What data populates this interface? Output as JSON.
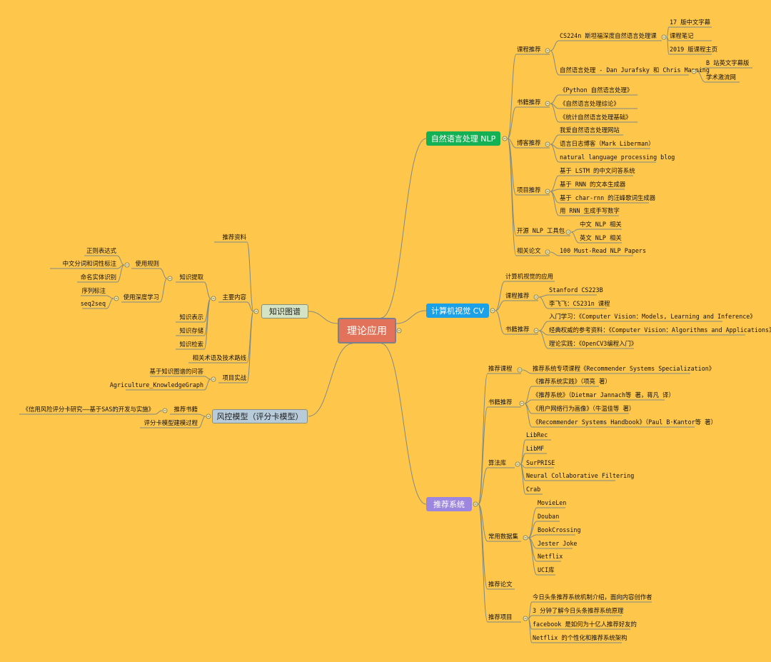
{
  "root": {
    "label": "理论应用",
    "color": "#E2735A"
  },
  "colors": {
    "nlp": "#13B153",
    "cv": "#1CA1E8",
    "rec": "#9C86E0",
    "kg": "#D4E3C4",
    "risk": "#B8CBD9",
    "line": "#7E8B86"
  },
  "nlp": {
    "label": "自然语言处理 NLP",
    "course": {
      "label": "课程推荐",
      "cs224n": {
        "label": "CS224n 斯坦福深度自然语言处理课",
        "items": [
          "17 版中文字幕",
          "课程笔记",
          "2019 版课程主页"
        ]
      },
      "jurafsky": {
        "label": "自然语言处理 - Dan Jurafsky 和 Chris Manning",
        "items": [
          "B 站英文字幕版",
          "学术激流网"
        ]
      }
    },
    "books": {
      "label": "书籍推荐",
      "items": [
        "《Python 自然语言处理》",
        "《自然语言处理综论》",
        "《统计自然语言处理基础》"
      ]
    },
    "blogs": {
      "label": "博客推荐",
      "items": [
        "我爱自然语言处理网站",
        "语言日志博客（Mark Liberman）",
        "natural language processing blog"
      ]
    },
    "projects": {
      "label": "项目推荐",
      "items": [
        "基于 LSTM 的中文问答系统",
        "基于 RNN 的文本生成器",
        "基于 char-rnn 的汪峰歌词生成器",
        "用 RNN 生成手写数字"
      ]
    },
    "tools": {
      "label": "开源 NLP 工具包",
      "items": [
        "中文 NLP 相关",
        "英文 NLP 相关"
      ]
    },
    "papers": {
      "label": "相关论文",
      "items": [
        "100 Must-Read NLP Papers"
      ]
    }
  },
  "cv": {
    "label": "计算机视觉 CV",
    "apps": "计算机视觉的应用",
    "course": {
      "label": "课程推荐",
      "items": [
        "Stanford CS223B",
        "李飞飞：CS231n 课程"
      ]
    },
    "books": {
      "label": "书籍推荐",
      "items": [
        "入门学习：《Computer Vision：Models, Learning and Inference》",
        "经典权威的参考资料：《Computer Vision：Algorithms and Applications》",
        "理论实践：《OpenCV3编程入门》"
      ]
    }
  },
  "rec": {
    "label": "推荐系统",
    "course": {
      "label": "推荐课程",
      "items": [
        "推荐系统专项课程《Recommender Systems Specialization》"
      ]
    },
    "books": {
      "label": "书籍推荐",
      "items": [
        "《推荐系统实践》（项亮 著）",
        "《推荐系统》（Dietmar Jannach等 著，蒋凡 译）",
        "《用户网络行为画像》（牛温佳等 著）",
        "《Recommender Systems Handbook》（Paul B·Kantor等 著）"
      ]
    },
    "libs": {
      "label": "算法库",
      "items": [
        "LibRec",
        "LibMF",
        "SurPRISE",
        "Neural Collaborative Filtering",
        "Crab"
      ]
    },
    "datasets": {
      "label": "常用数据集",
      "items": [
        "MovieLen",
        "Douban",
        "BookCrossing",
        "Jester Joke",
        "Netflix",
        "UCI库"
      ]
    },
    "papers": "推荐论文",
    "projects": {
      "label": "推荐项目",
      "items": [
        "今日头条推荐系统机制介绍，面向内容创作者",
        "3 分钟了解今日头条推荐系统原理",
        "facebook 是如何为十亿人推荐好友的",
        "Netflix 的个性化和推荐系统架构"
      ]
    }
  },
  "kg": {
    "label": "知识图谱",
    "resources": "推荐资料",
    "content": {
      "label": "主要内容",
      "extract": {
        "label": "知识提取",
        "rules": {
          "label": "使用规则",
          "items": [
            "正则表达式",
            "中文分词和词性标注",
            "命名实体识别"
          ]
        },
        "deep": {
          "label": "使用深度学习",
          "items": [
            "序列标注",
            "seq2seq"
          ]
        }
      },
      "others": [
        "知识表示",
        "知识存储",
        "知识检索"
      ]
    },
    "terms": "相关术语及技术路线",
    "practice": {
      "label": "项目实战",
      "items": [
        "基于知识图谱的问答",
        "Agriculture_KnowledgeGraph"
      ]
    }
  },
  "risk": {
    "label": "风控模型（评分卡模型）",
    "books": {
      "label": "推荐书籍",
      "items": [
        "《信用风险评分卡研究——基于SAS的开发与实施》"
      ]
    },
    "process": "评分卡模型建模过程"
  }
}
